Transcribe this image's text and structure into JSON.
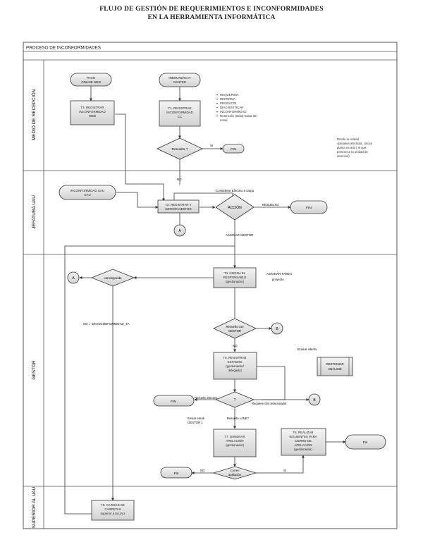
{
  "title": {
    "line1": "FLUJO DE GESTIÓN DE REQUERIMIENTOS E INCONFORMIDADES",
    "line2": "EN LA HERRAMIENTA INFORMÁTICA"
  },
  "pool_title": "PROCESO DE INCONFORMIDADES",
  "lanes": {
    "reception": "MEDIO DE RECEPCIÓN",
    "head": "JEFATURA UAU",
    "manager": "GESTOR",
    "superior": "SUPERIOR AL UAU"
  },
  "nodes": {
    "pago_web": [
      "PAGO",
      "ONLINE WEB"
    ],
    "call_center": [
      "INBOUND/ICAT",
      "CENTER"
    ],
    "t3_registrar": [
      "T3. REGISTRAR",
      "INCONFORMIDAD",
      "WEB"
    ],
    "t1_registrar": [
      "T1. REGISTRAR",
      "INCONFORMIDAD",
      "CC"
    ],
    "tipos": [
      "REQUERIMA",
      "REFORMA",
      "PRODUCIR",
      "DIAGNOSTICAR",
      "INCONFORMIDAD",
      "Retención (Ideal) hasta 3m",
      "email"
    ],
    "resuelto_q": "Resuelto ?",
    "si_label": "SI",
    "fin1": "FIN",
    "nota": [
      "Desde la unidad",
      "operativa afectada, coloca",
      "planta central ( el que",
      "pertenece la unidad de",
      "atención)"
    ],
    "no_label": "NO",
    "inconformidad_uau": [
      "INCONFORMIDAD UAU",
      "UAU"
    ],
    "t2_registrar": [
      "T2. REGISTRAR Y",
      "DEFINIR GESTOR"
    ],
    "rechazo_label": "Considerar Efectivo a cargo",
    "accion": "ACCIÓN",
    "resuelto_label": "RESUELTO",
    "fin2": "FIN",
    "connector_a": "A",
    "asignar_gestor": "ASIGNAR GESTOR",
    "corresponde": "corresponde",
    "t4_asignar": [
      "T4. ASIGNA EL",
      "RESPONSABLE",
      "(gestionador)"
    ],
    "asignar_tarea": [
      "ASIGNAR TAREA",
      "proyecto"
    ],
    "resuelto_c": [
      "Resuelto con",
      "GESTOR"
    ],
    "no_sin_inconf": "NO = SIN INCONFORMIDAD_TA",
    "enviar_alerta": "Enviar alerta",
    "t5_registrar": [
      "T5. REGISTRAR",
      "ESTADOS",
      "(gestionador/",
      "delegado)"
    ],
    "gestionar": [
      "GESTIONAR",
      "ANÁLISIS"
    ],
    "resuelto_efectivo": "Resuelto efectivo",
    "requiere_otro": "Requiere otro relacionador",
    "fin3": "FIN",
    "enviar_email": [
      "Enviar email",
      "GESTOR 1"
    ],
    "resuelto_label2": "Resuelto LANE?",
    "t7_generar": [
      "T7. GENERAR",
      "APELACIÓN",
      "(gestionador)"
    ],
    "t6_realizar": [
      "T6. REALIZAR",
      "SIGUIENTES PARA",
      "CIERRE DE",
      "APELACIÓN",
      "(gestionador)"
    ],
    "fin4": "Fin",
    "corren_q": [
      "Corren",
      "apelación"
    ],
    "fin5": "Fin",
    "t8_cargar": [
      "T8. CARGOS DE",
      "CARPETAS",
      "superior a la UAU"
    ]
  }
}
